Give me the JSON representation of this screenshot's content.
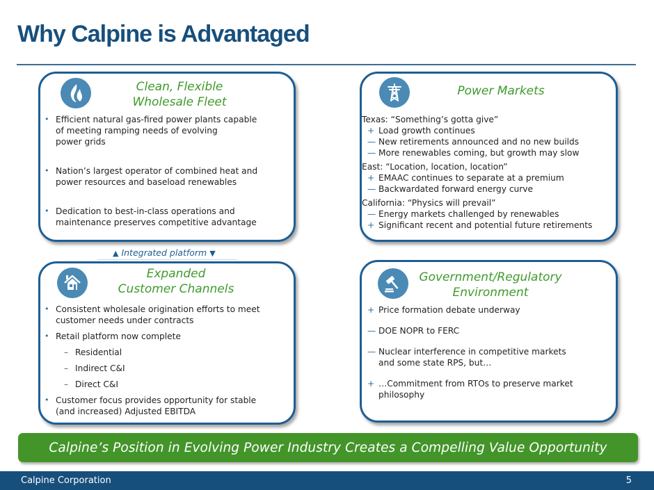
{
  "page": {
    "title": "Why Calpine is Advantaged"
  },
  "cards": {
    "fleet": {
      "icon": "flame-icon",
      "title_line1": "Clean, Flexible",
      "title_line2": "Wholesale Fleet",
      "bullets": [
        {
          "mark": "•",
          "lines": [
            "Efficient natural gas-fired power plants capable",
            "of meeting ramping needs of evolving",
            "power grids"
          ]
        },
        {
          "mark": "•",
          "lines": [
            "Nation’s largest operator of combined heat and",
            "power resources and baseload renewables"
          ]
        },
        {
          "mark": "•",
          "lines": [
            "Dedication to best-in-class operations and",
            "maintenance preserves competitive advantage"
          ]
        }
      ]
    },
    "market": {
      "icon": "transmission-tower-icon",
      "title": "Power Markets",
      "groups": [
        {
          "heading": "Texas: “Something’s gotta give”",
          "items": [
            {
              "mark": "+",
              "text": "Load growth continues"
            },
            {
              "mark": "—",
              "text": "New retirements announced and no new builds"
            },
            {
              "mark": "—",
              "text": "More renewables coming, but growth may slow"
            }
          ]
        },
        {
          "heading": "East: “Location, location, location”",
          "items": [
            {
              "mark": "+",
              "text": "EMAAC continues to separate at a premium"
            },
            {
              "mark": "—",
              "text": "Backwardated forward energy curve"
            }
          ]
        },
        {
          "heading": "California: “Physics will prevail”",
          "items": [
            {
              "mark": "—",
              "text": "Energy markets challenged by renewables"
            },
            {
              "mark": "+",
              "text": "Significant recent and potential future retirements"
            }
          ]
        }
      ]
    },
    "customer": {
      "icon": "house-icon",
      "title_line1": "Expanded",
      "title_line2": "Customer Channels",
      "bullets": [
        {
          "mark": "•",
          "lines": [
            "Consistent wholesale origination efforts to meet",
            "customer needs under contracts"
          ]
        },
        {
          "mark": "•",
          "lines": [
            "Retail platform now complete"
          ]
        }
      ],
      "sub_items": [
        "Residential",
        "Indirect C&I",
        "Direct C&I"
      ],
      "final_bullet": {
        "mark": "•",
        "lines": [
          "Customer focus provides opportunity for stable",
          "(and increased) Adjusted EBITDA"
        ]
      }
    },
    "government": {
      "icon": "gavel-icon",
      "title_line1": "Government/Regulatory",
      "title_line2": "Environment",
      "items": [
        {
          "mark": "+",
          "lines": [
            "Price formation debate underway"
          ]
        },
        {
          "mark": "—",
          "lines": [
            "DOE NOPR to FERC"
          ]
        },
        {
          "mark": "—",
          "lines": [
            "Nuclear interference in competitive markets",
            "and some state RPS, but…"
          ]
        },
        {
          "mark": "+",
          "lines": [
            "…Commitment from RTOs to preserve market",
            "philosophy"
          ]
        }
      ]
    }
  },
  "integrated": {
    "up_arrow": "▲",
    "label": "Integrated platform",
    "down_arrow": "▼"
  },
  "banner": {
    "text": "Calpine’s Position in Evolving Power Industry Creates a Compelling Value Opportunity"
  },
  "footer": {
    "company": "Calpine Corporation",
    "page_number": "5"
  },
  "colors": {
    "title_blue": "#174f7c",
    "card_border": "#1d5e94",
    "icon_blue": "#4a8ab5",
    "heading_green": "#3f9a2c",
    "banner_green": "#43952a"
  }
}
